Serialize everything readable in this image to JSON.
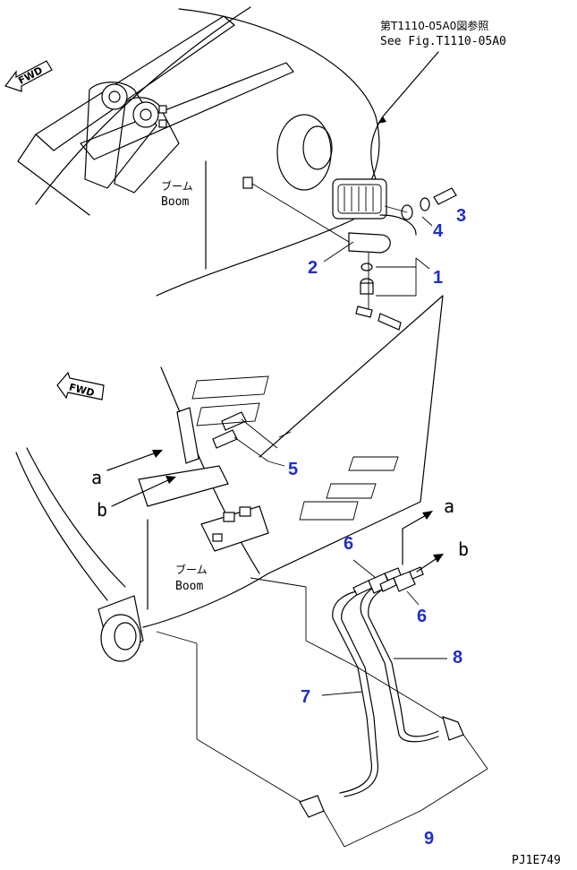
{
  "reference": {
    "jp": "第T1110-05A0図参照",
    "en": "See Fig.T1110-05A0"
  },
  "fwd_label": "FWD",
  "boom_labels": [
    {
      "jp": "ブーム",
      "en": "Boom"
    },
    {
      "jp": "ブーム",
      "en": "Boom"
    }
  ],
  "callouts": [
    "1",
    "2",
    "3",
    "4",
    "5",
    "6",
    "6",
    "7",
    "8",
    "9"
  ],
  "connection_labels": {
    "a": "a",
    "b": "b"
  },
  "drawing_number": "PJ1E749"
}
